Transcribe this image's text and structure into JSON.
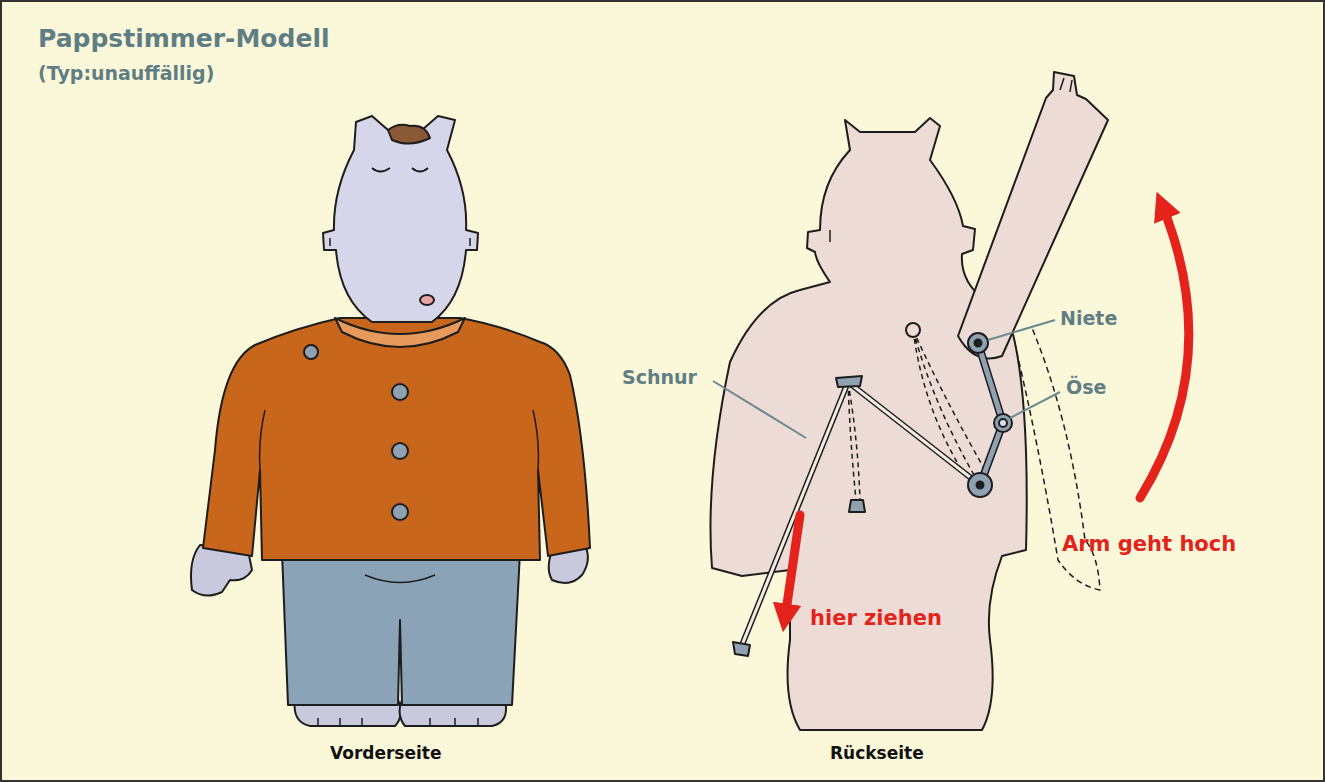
{
  "diagram": {
    "title": "Pappstimmer-Modell",
    "labels": [
      "(Typ:unauffällig)",
      "Schnur",
      "Niete",
      "Öse",
      "hier ziehen",
      "Arm geht hoch",
      "Vorderseite",
      "Rückseite"
    ]
  }
}
